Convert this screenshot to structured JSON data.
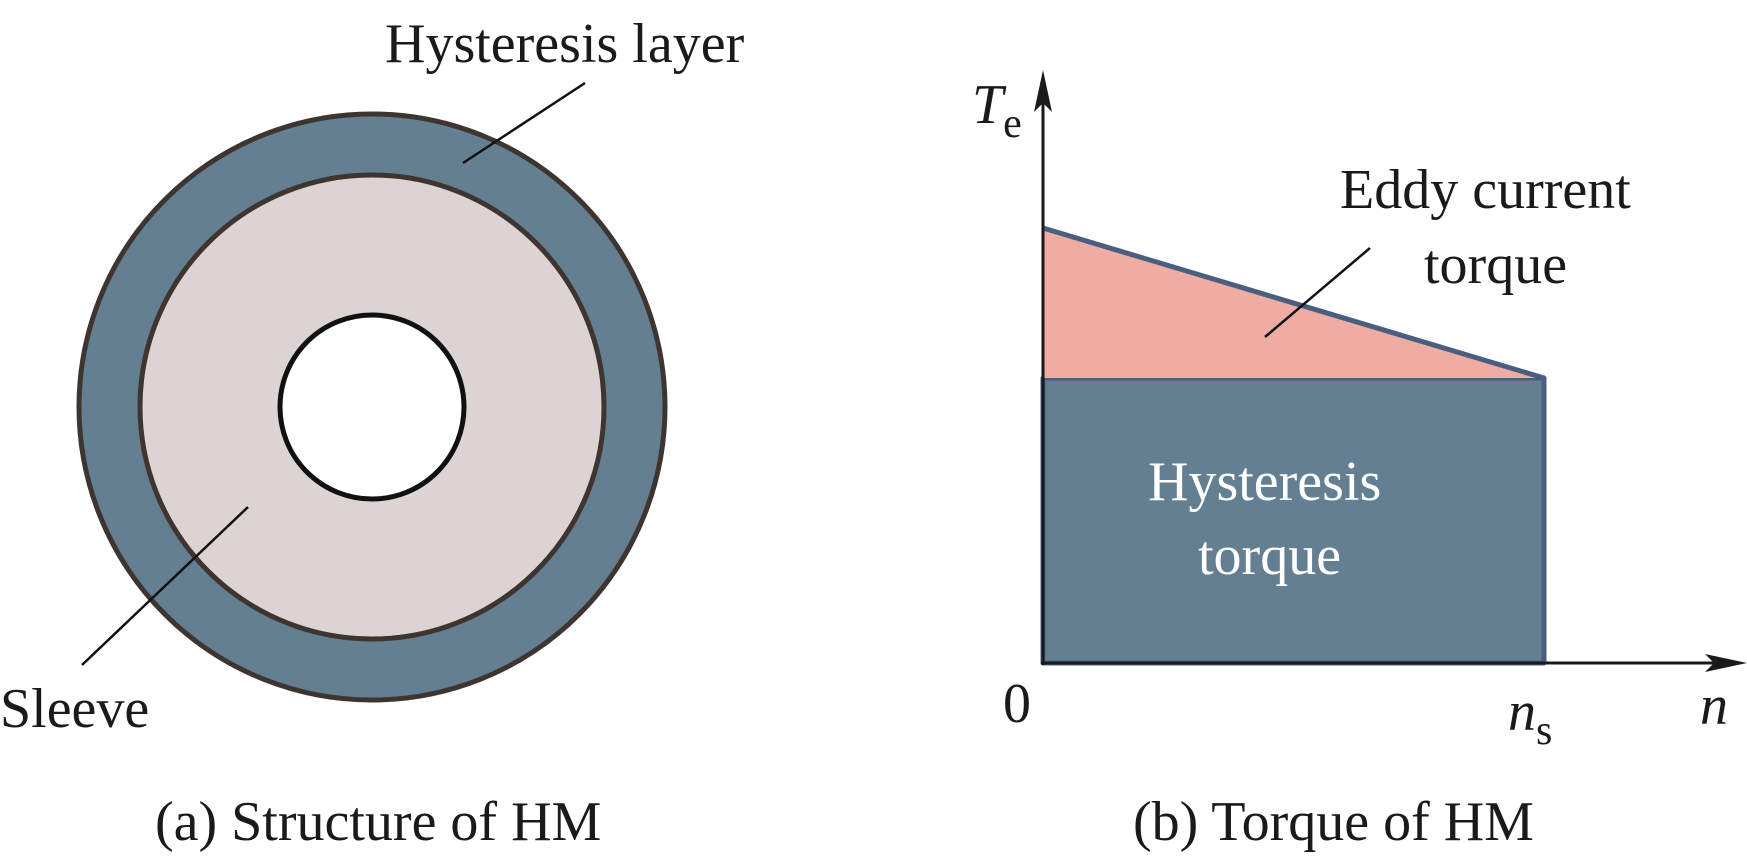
{
  "panel_a": {
    "label_hysteresis_layer": "Hysteresis layer",
    "label_sleeve": "Sleeve",
    "caption": "(a) Structure of HM"
  },
  "panel_b": {
    "axis_y_symbol": "T",
    "axis_y_subscript": "e",
    "axis_x_symbol": "n",
    "origin_label": "0",
    "tick_ns_symbol": "n",
    "tick_ns_subscript": "s",
    "eddy_label_line1": "Eddy current",
    "eddy_label_line2": "torque",
    "hyst_label_line1": "Hysteresis",
    "hyst_label_line2": "torque",
    "caption": "(b) Torque of HM"
  },
  "colors": {
    "hysteresis_layer": "#637f91",
    "sleeve": "#dcd4d3",
    "ring_outline": "#3f3530",
    "eddy_region": "#eeaca3",
    "hysteresis_region": "#637f91",
    "region_outline": "#4a5f80",
    "axis": "#1a1a1a",
    "hyst_text": "#ffffff"
  }
}
